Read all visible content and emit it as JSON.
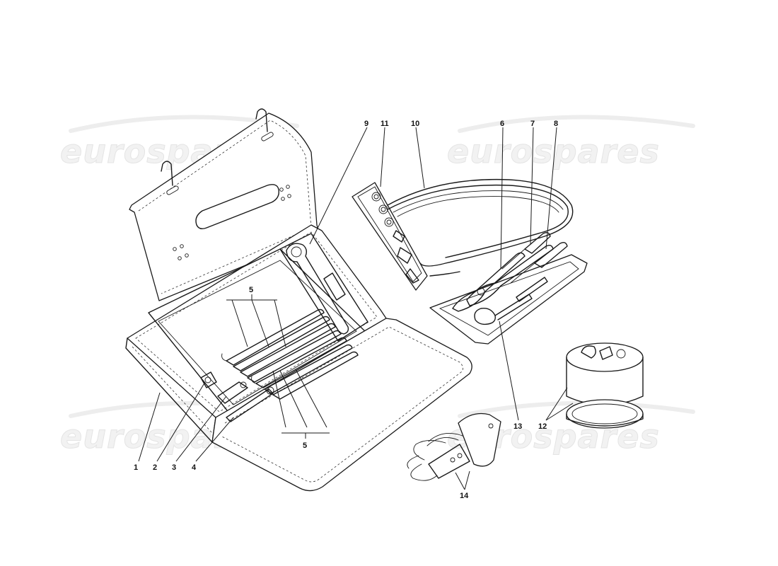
{
  "watermark": {
    "text": "eurospares"
  },
  "callouts": [
    {
      "id": "c1",
      "label": "1"
    },
    {
      "id": "c2",
      "label": "2"
    },
    {
      "id": "c3",
      "label": "3"
    },
    {
      "id": "c4",
      "label": "4"
    },
    {
      "id": "c5a",
      "label": "5"
    },
    {
      "id": "c5b",
      "label": "5"
    },
    {
      "id": "c6",
      "label": "6"
    },
    {
      "id": "c7",
      "label": "7"
    },
    {
      "id": "c8",
      "label": "8"
    },
    {
      "id": "c9",
      "label": "9"
    },
    {
      "id": "c10",
      "label": "10"
    },
    {
      "id": "c11",
      "label": "11"
    },
    {
      "id": "c12",
      "label": "12"
    },
    {
      "id": "c13",
      "label": "13"
    },
    {
      "id": "c14",
      "label": "14"
    }
  ]
}
